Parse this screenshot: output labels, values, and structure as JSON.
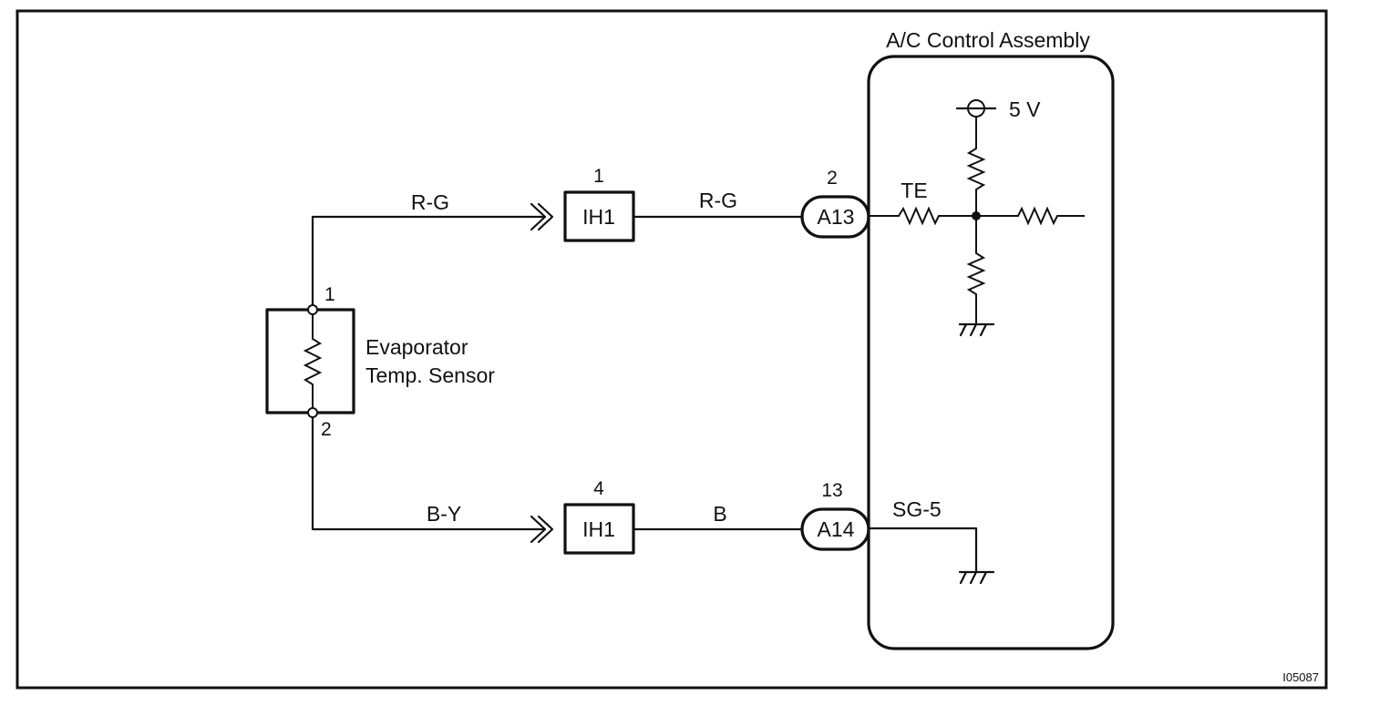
{
  "assembly": {
    "title": "A/C Control Assembly",
    "supply_label": "5 V",
    "te_label": "TE",
    "sg_label": "SG-5"
  },
  "sensor": {
    "line1": "Evaporator",
    "line2": "Temp. Sensor",
    "pin_top": "1",
    "pin_bottom": "2"
  },
  "upper_circuit": {
    "wire_left": "R-G",
    "connector": "IH1",
    "connector_pin": "1",
    "wire_right": "R-G",
    "ecu_connector": "A13",
    "ecu_pin": "2"
  },
  "lower_circuit": {
    "wire_left": "B-Y",
    "connector": "IH1",
    "connector_pin": "4",
    "wire_right": "B",
    "ecu_connector": "A14",
    "ecu_pin": "13"
  },
  "figure_id": "I05087"
}
